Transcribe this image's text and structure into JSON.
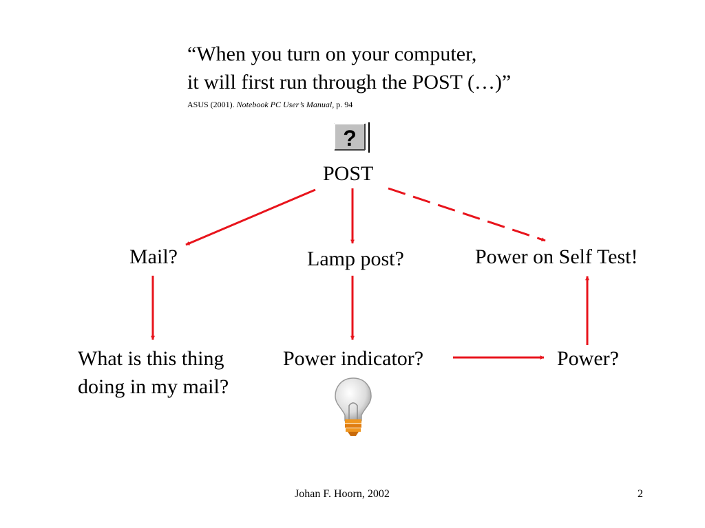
{
  "quote": {
    "line1": "“When you turn on your computer,",
    "line2": "it will first run through the POST (…)”"
  },
  "citation": {
    "prefix": "ASUS (2001). ",
    "title": "Notebook PC User’s Manual",
    "suffix": ", p. 94"
  },
  "icons": {
    "help": "help-question-icon",
    "bulb": "light-bulb-icon"
  },
  "nodes": {
    "post": "POST",
    "mail": "Mail?",
    "lamp_post": "Lamp post?",
    "power_on_self_test": "Power on Self Test!",
    "mail_question_line1": "What is this thing",
    "mail_question_line2": "doing in my mail?",
    "power_indicator": "Power indicator?",
    "power": "Power?"
  },
  "colors": {
    "arrow": "#e8141c",
    "text": "#000000",
    "bulb_base": "#f0961e"
  },
  "footer": {
    "author": "Johan F. Hoorn, 2002",
    "page": "2"
  }
}
